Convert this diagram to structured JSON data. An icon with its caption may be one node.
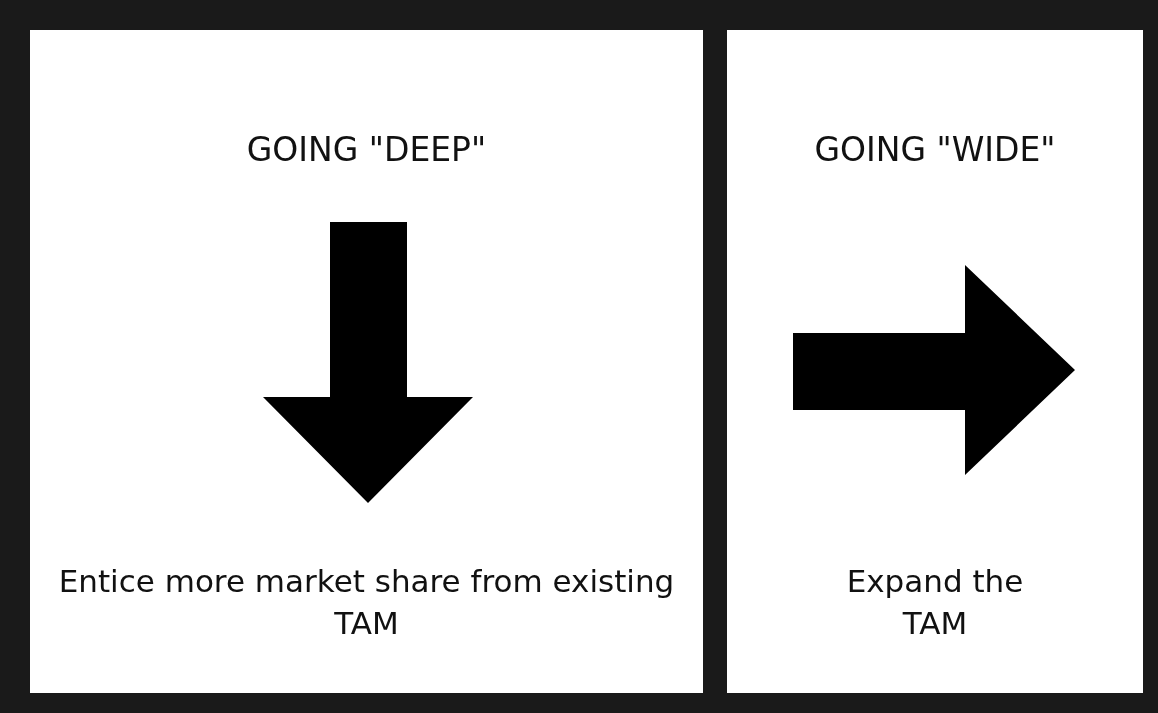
{
  "diagram": {
    "nodes": [
      {
        "text": [
          "GOING \"DEEP\"",
          "Entice more market share from existing TAM"
        ]
      },
      {
        "text": [
          "GOING \"WIDE\"",
          "Expand the TAM"
        ]
      }
    ]
  }
}
